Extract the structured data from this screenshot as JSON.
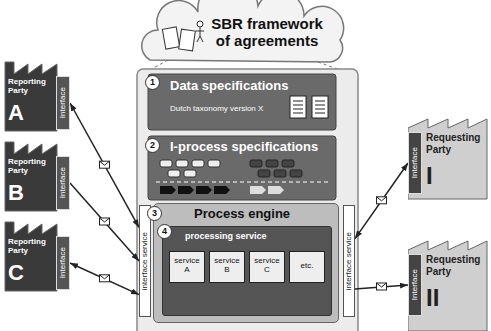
{
  "diagram": {
    "nodes": [
      {
        "text": [
          "SBR framework of agreements"
        ]
      },
      {
        "text": [
          "Reporting Party",
          "A"
        ]
      },
      {
        "text": [
          "Interface"
        ],
        "in": 1
      },
      {
        "text": [
          "Reporting Party",
          "B"
        ]
      },
      {
        "text": [
          "Interface"
        ],
        "in": 3
      },
      {
        "text": [
          "Reporting Party",
          "C"
        ]
      },
      {
        "text": [
          "Interface"
        ],
        "in": 5
      },
      {
        "text": [
          "Data specifications",
          "Dutch taxonomy version X"
        ]
      },
      {
        "text": [
          "I-process specifications"
        ]
      },
      {
        "text": [
          "interface service"
        ]
      },
      {
        "text": [
          "Process engine"
        ]
      },
      {
        "text": [
          "processing service"
        ],
        "in": 10
      },
      {
        "text": [
          "service A"
        ],
        "in": 11
      },
      {
        "text": [
          "service B"
        ],
        "in": 11
      },
      {
        "text": [
          "service C"
        ],
        "in": 11
      },
      {
        "text": [
          "etc."
        ],
        "in": 11
      },
      {
        "text": [
          "interface service"
        ]
      },
      {
        "text": [
          "Requesting Party",
          "I"
        ]
      },
      {
        "text": [
          "Interface"
        ],
        "in": 17
      },
      {
        "text": [
          "Requesting Party",
          "II"
        ]
      },
      {
        "text": [
          "Interface"
        ],
        "in": 19
      }
    ],
    "edges": [
      {
        "from": 2,
        "to": 9,
        "arrow": "both"
      },
      {
        "from": 4,
        "to": 9,
        "arrow": "to"
      },
      {
        "from": 6,
        "to": 9,
        "arrow": "both"
      },
      {
        "from": 16,
        "to": 18,
        "arrow": "both"
      },
      {
        "from": 16,
        "to": 20,
        "arrow": "to"
      }
    ],
    "labels": [
      "1",
      "2",
      "3",
      "4"
    ]
  }
}
